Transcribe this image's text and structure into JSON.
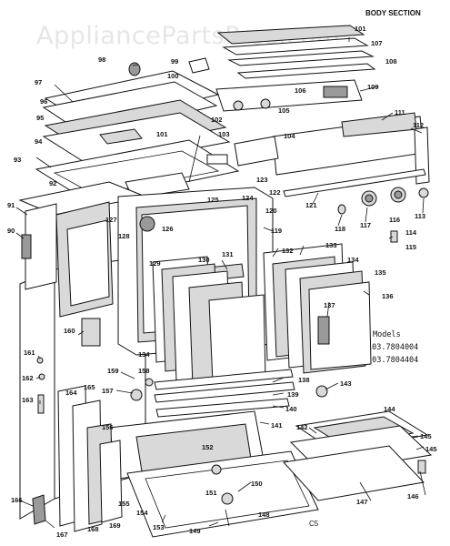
{
  "watermark": "AppliancePartsPros.com",
  "section_title": "BODY SECTION",
  "models": {
    "label": "Models",
    "items": [
      "103.7804004",
      "103.7804404"
    ]
  },
  "drawing_code": "C5",
  "part_numbers": [
    "90",
    "91",
    "92",
    "93",
    "94",
    "95",
    "96",
    "97",
    "98",
    "99",
    "100",
    "101",
    "101",
    "102",
    "103",
    "104",
    "105",
    "106",
    "107",
    "108",
    "109",
    "111",
    "112",
    "113",
    "114",
    "115",
    "116",
    "117",
    "118",
    "119",
    "120",
    "121",
    "122",
    "123",
    "124",
    "125",
    "126",
    "127",
    "128",
    "129",
    "130",
    "131",
    "132",
    "133",
    "134",
    "134",
    "135",
    "136",
    "137",
    "138",
    "139",
    "140",
    "141",
    "142",
    "143",
    "144",
    "145",
    "145",
    "146",
    "147",
    "148",
    "149",
    "150",
    "151",
    "152",
    "153",
    "154",
    "155",
    "156",
    "157",
    "158",
    "159",
    "160",
    "161",
    "162",
    "163",
    "164",
    "165",
    "166",
    "167",
    "168",
    "169"
  ]
}
